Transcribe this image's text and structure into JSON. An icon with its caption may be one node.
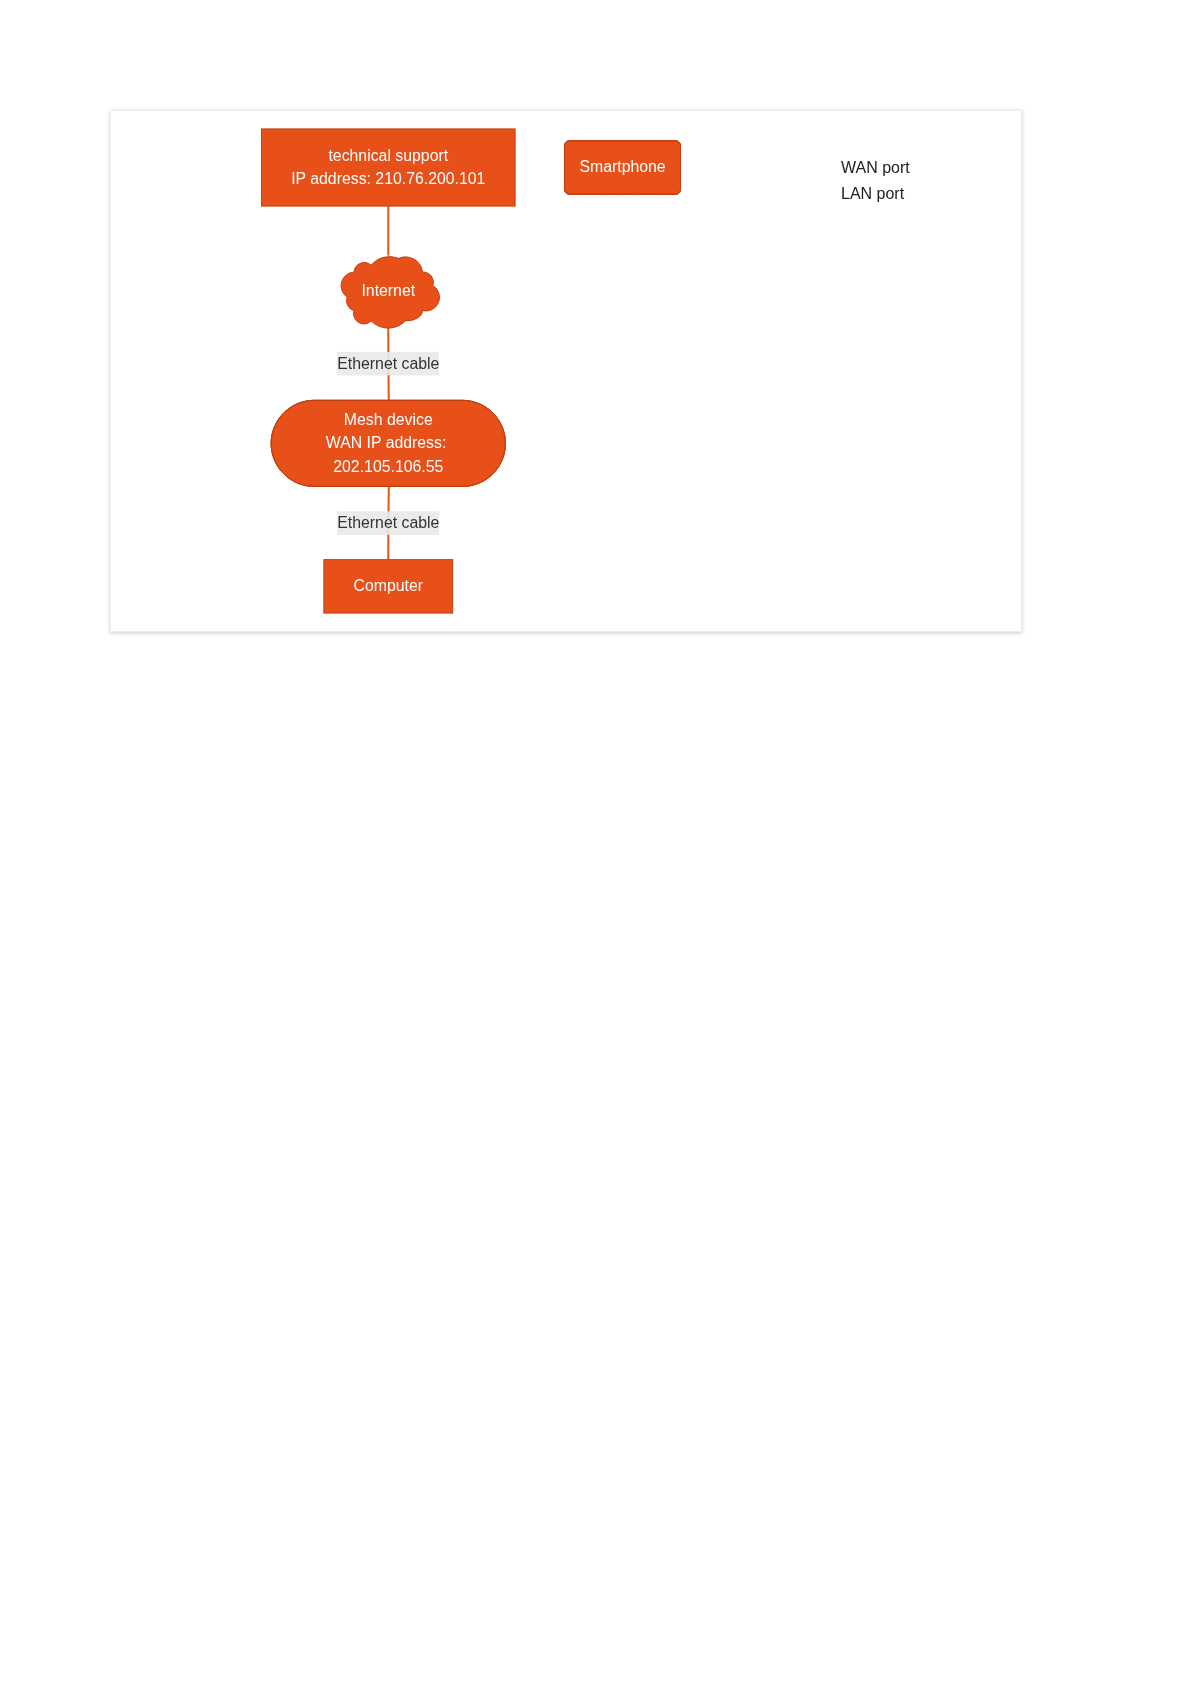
{
  "diagram": {
    "nodes": [
      {
        "text": [
          "technical support",
          "IP address: 210.76.200.101"
        ]
      },
      {
        "text": [
          "Internet"
        ]
      },
      {
        "text": [
          "Mesh device",
          "WAN IP address: 202.105.106.55"
        ]
      },
      {
        "text": [
          "Smartphone"
        ]
      },
      {
        "text": [
          "Computer"
        ]
      }
    ],
    "edges": [
      {
        "from": 0,
        "to": 1,
        "arrow": "none"
      },
      {
        "from": 1,
        "to": 2,
        "arrow": "none",
        "label": "Ethernet cable"
      },
      {
        "from": 2,
        "to": 4,
        "arrow": "none",
        "label": "Ethernet cable"
      }
    ],
    "labels": [
      "WAN port",
      "LAN port"
    ]
  }
}
